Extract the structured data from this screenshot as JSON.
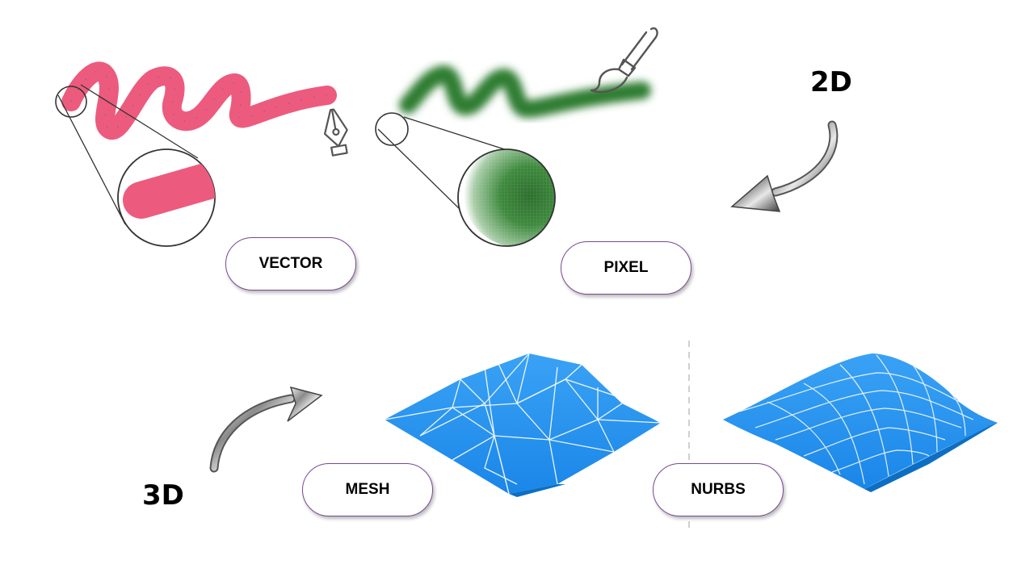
{
  "labels": {
    "vector": "VECTOR",
    "pixel": "PIXEL",
    "mesh": "MESH",
    "nurbs": "NURBS",
    "two_d": "2D",
    "three_d": "3D"
  },
  "icons": [
    "pen-nib-icon",
    "paintbrush-icon",
    "curved-arrow-2d-icon",
    "curved-arrow-3d-icon"
  ],
  "colors": {
    "vector_stroke": "#ec5b7d",
    "pixel_stroke": "#2e7d32",
    "surface_blue": "#2196f3",
    "pill_border": "#7a4a93"
  }
}
